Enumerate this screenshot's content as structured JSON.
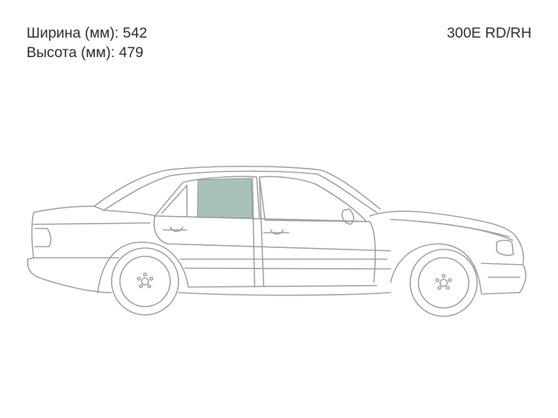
{
  "dimensions": {
    "width_label": "Ширина (мм): 542",
    "height_label": "Высота (мм): 479"
  },
  "model": "300E RD/RH",
  "colors": {
    "highlighted_glass": "#a9c1bb",
    "outline": "#9a9a9a",
    "text": "#2a2a2a"
  },
  "highlighted_part": "rear-right-door-glass"
}
